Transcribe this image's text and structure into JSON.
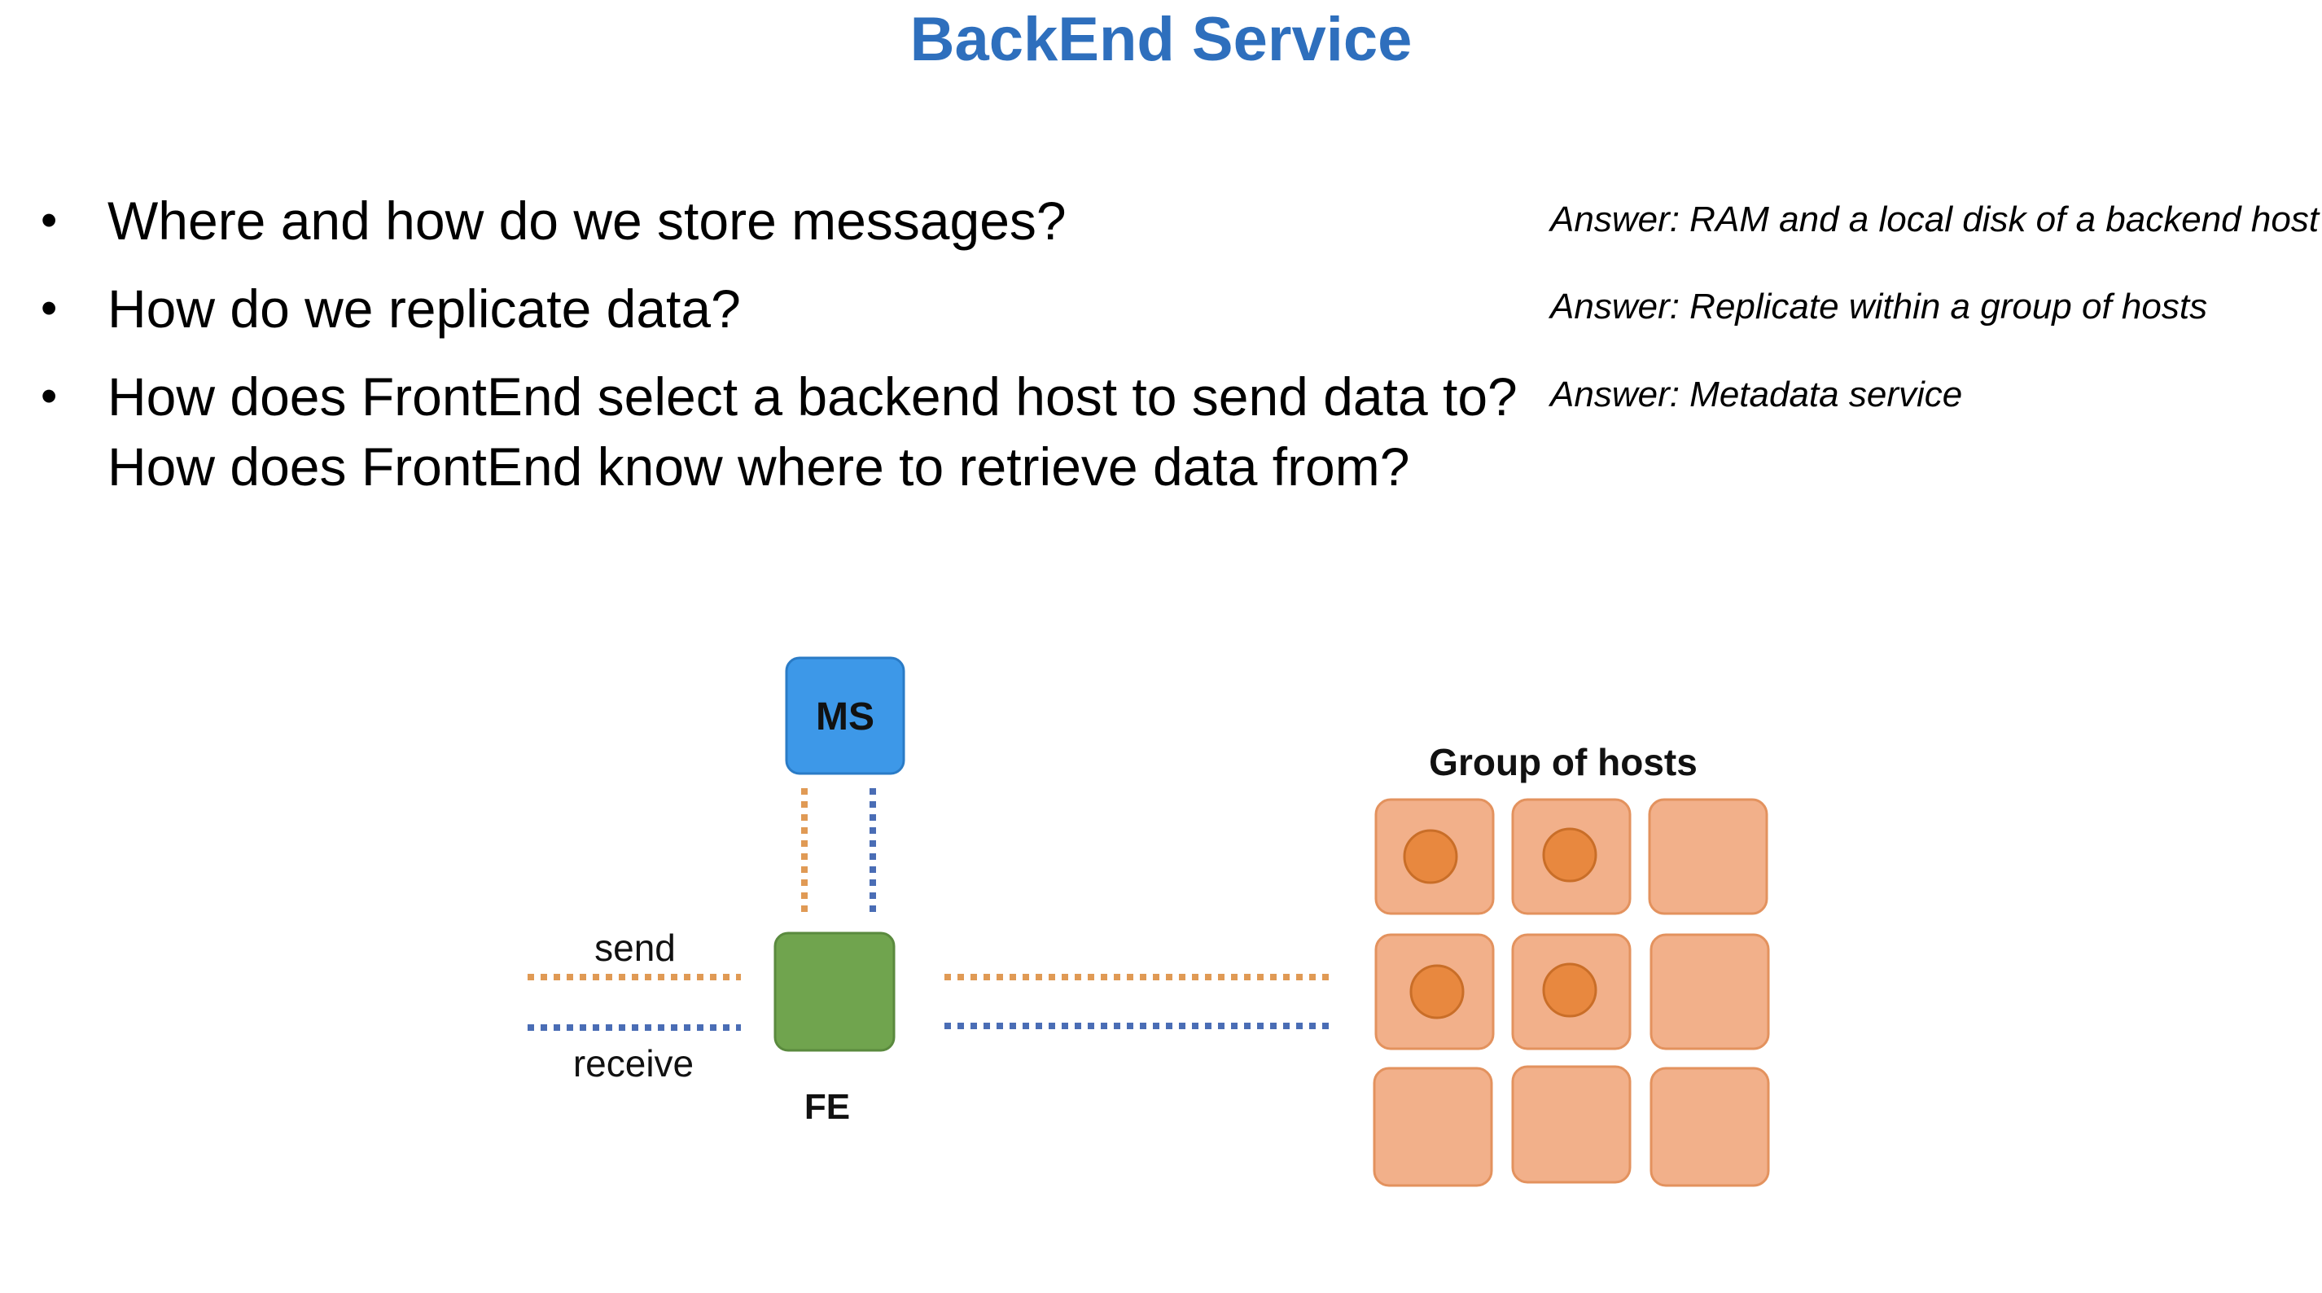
{
  "slide": {
    "title": "BackEnd Service"
  },
  "bullets": [
    {
      "text": "Where and how do we store messages?"
    },
    {
      "text": "How do we replicate data?"
    },
    {
      "text": "How does FrontEnd select a backend host to send data to?"
    },
    {
      "text": "How does FrontEnd know where to retrieve data from?"
    }
  ],
  "answers": [
    {
      "text": "Answer: RAM and a local disk of a backend host"
    },
    {
      "text": "Answer: Replicate within a group of hosts"
    },
    {
      "text": "Answer: Metadata service"
    }
  ],
  "diagram": {
    "ms_label": "MS",
    "fe_label": "FE",
    "send_label": "send",
    "receive_label": "receive",
    "group_label": "Group of hosts",
    "colors": {
      "ms_box": "#3d98e8",
      "fe_box": "#70a44e",
      "host_box": "#f2b08a",
      "host_dot": "#e8883f",
      "send_line": "#e09a55",
      "receive_line": "#4a6db5",
      "title": "#2e6fbd"
    },
    "host_grid": [
      [
        true,
        true,
        false
      ],
      [
        true,
        true,
        false
      ],
      [
        false,
        false,
        false
      ]
    ]
  }
}
